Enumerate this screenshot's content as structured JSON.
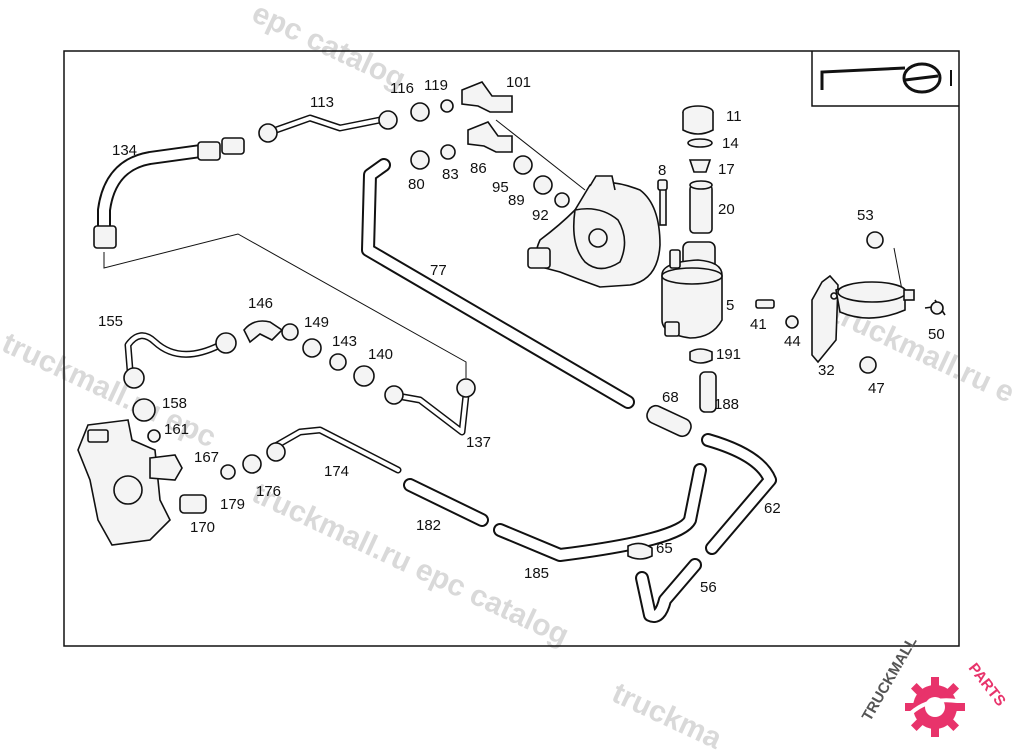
{
  "watermark": {
    "top": "epc catalog",
    "left": "truckmall.ru epc",
    "middle": "truckmall.ru epc catalog",
    "right": "truckmall.ru e",
    "bottom": "truckma"
  },
  "logo": {
    "text_left": "TRUCKMALL",
    "text_right": "PARTS",
    "colors": {
      "brand": "#e8336b",
      "text": "#555555"
    }
  },
  "parts": {
    "p5": "5",
    "p8": "8",
    "p11": "11",
    "p14": "14",
    "p17": "17",
    "p20": "20",
    "p32": "32",
    "p41": "41",
    "p44": "44",
    "p47": "47",
    "p50": "50",
    "p53": "53",
    "p56": "56",
    "p62": "62",
    "p65": "65",
    "p68": "68",
    "p77": "77",
    "p80": "80",
    "p83": "83",
    "p86": "86",
    "p89": "89",
    "p92": "92",
    "p95": "95",
    "p101": "101",
    "p113": "113",
    "p116": "116",
    "p119": "119",
    "p134": "134",
    "p137": "137",
    "p140": "140",
    "p143": "143",
    "p146": "146",
    "p149": "149",
    "p155": "155",
    "p158": "158",
    "p161": "161",
    "p167": "167",
    "p170": "170",
    "p174": "174",
    "p176": "176",
    "p179": "179",
    "p182": "182",
    "p185": "185",
    "p188": "188",
    "p191": "191"
  }
}
